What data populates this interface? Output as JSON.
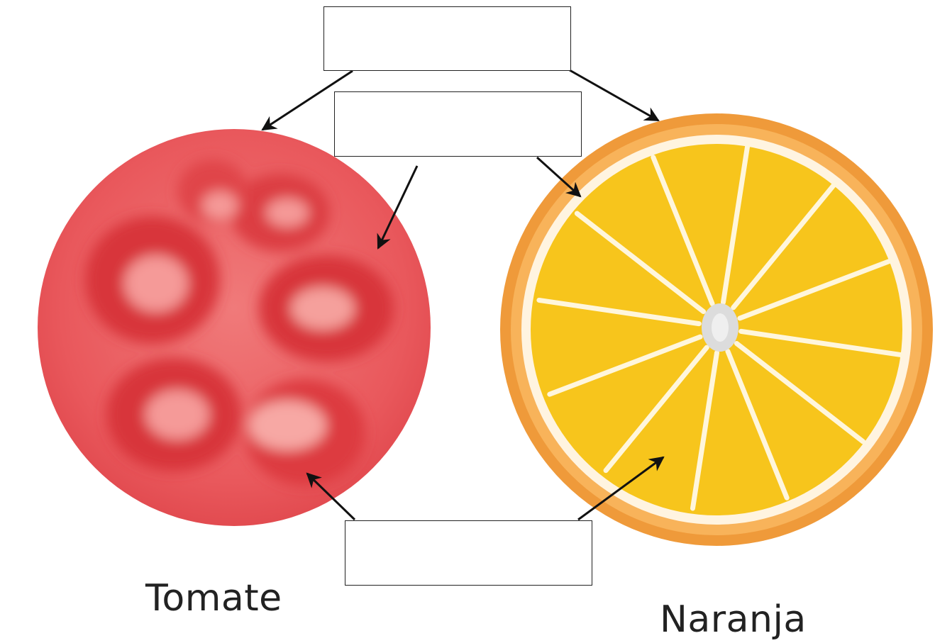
{
  "fruits": {
    "tomato": {
      "label": "Tomate",
      "color": "#e8474b"
    },
    "orange": {
      "label": "Naranja",
      "color": "#f6c31c",
      "peel_color": "#ef9a3a"
    }
  },
  "answer_boxes": [
    {
      "id": "top",
      "text": ""
    },
    {
      "id": "middle",
      "text": ""
    },
    {
      "id": "bottom",
      "text": ""
    }
  ],
  "colors": {
    "arrow": "#111111",
    "box_border": "#222222"
  }
}
